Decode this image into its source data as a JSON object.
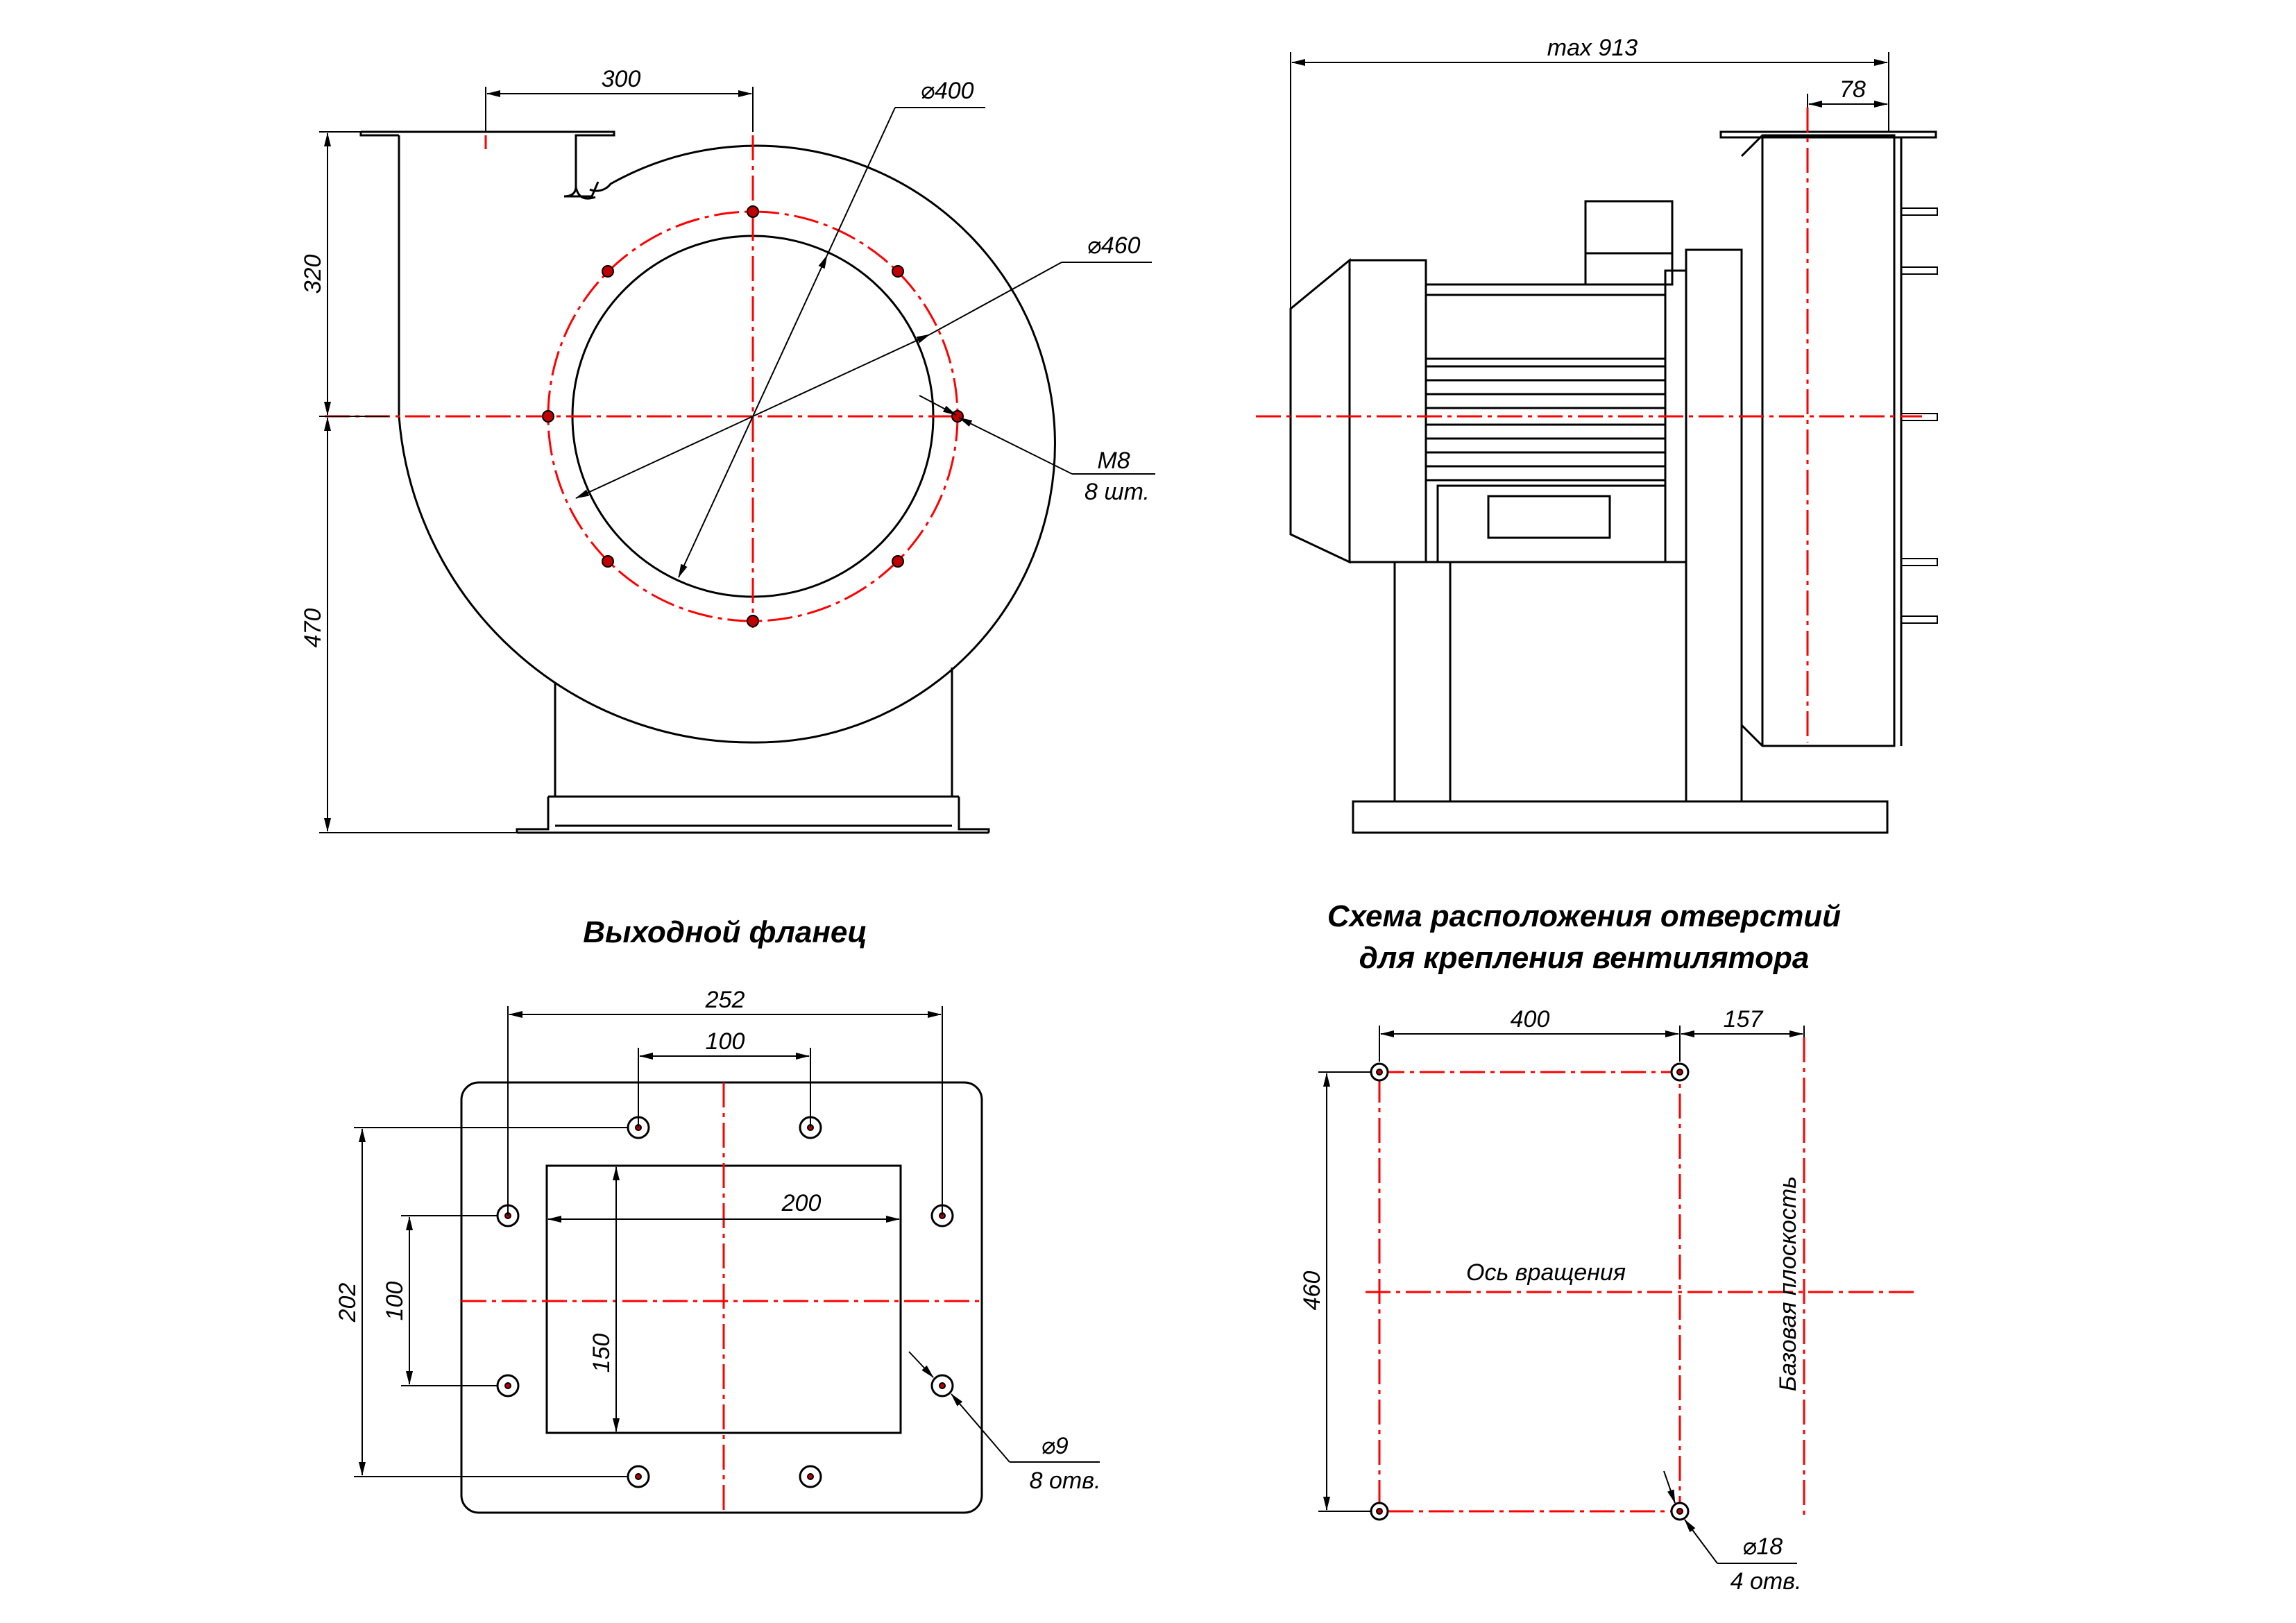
{
  "colors": {
    "outline": "#000000",
    "centerline": "#ff0000",
    "hole_fill": "#c00000",
    "background": "#ffffff"
  },
  "front_view": {
    "dim_outlet_offset": "300",
    "dim_bolt_circle": "⌀400",
    "dim_outer_circle": "⌀460",
    "dim_top_height": "320",
    "dim_bottom_height": "470",
    "thread_label": "M8",
    "thread_count": "8 шт."
  },
  "side_view": {
    "dim_max_length": "max 913",
    "dim_flange": "78"
  },
  "outlet_flange": {
    "title": "Выходной фланец",
    "dim_outer_width": "252",
    "dim_top_spacing": "100",
    "dim_inner_width": "200",
    "dim_outer_height": "202",
    "dim_side_spacing": "100",
    "dim_inner_height": "150",
    "hole_label": "⌀9",
    "hole_count": "8 отв."
  },
  "mounting_scheme": {
    "title_line1": "Схема расположения отверстий",
    "title_line2": "для крепления вентилятора",
    "dim_width": "400",
    "dim_offset": "157",
    "dim_height": "460",
    "axis_label": "Ось вращения",
    "plane_label": "Базовая плоскость",
    "hole_label": "⌀18",
    "hole_count": "4 отв."
  }
}
